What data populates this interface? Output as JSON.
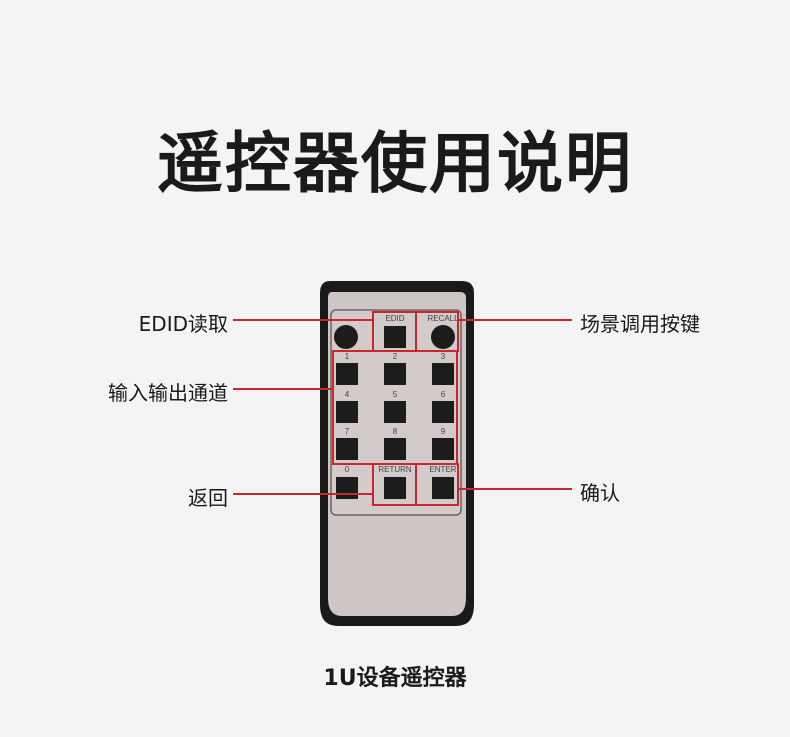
{
  "title": "遥控器使用说明",
  "caption": "1U设备遥控器",
  "callouts": {
    "edid_read": "EDID读取",
    "input_output_channel": "输入输出通道",
    "return": "返回",
    "scene_recall": "场景调用按键",
    "confirm": "确认"
  },
  "buttons": {
    "edid": "EDID",
    "recall": "RECALL",
    "num1": "1",
    "num2": "2",
    "num3": "3",
    "num4": "4",
    "num5": "5",
    "num6": "6",
    "num7": "7",
    "num8": "8",
    "num9": "9",
    "num0": "0",
    "return": "RETURN",
    "enter": "ENTER"
  },
  "colors": {
    "callout_line": "#c8282d",
    "remote_body": "#1a1a1a",
    "remote_face": "#cdc6c4",
    "button": "#1c1c1c"
  }
}
